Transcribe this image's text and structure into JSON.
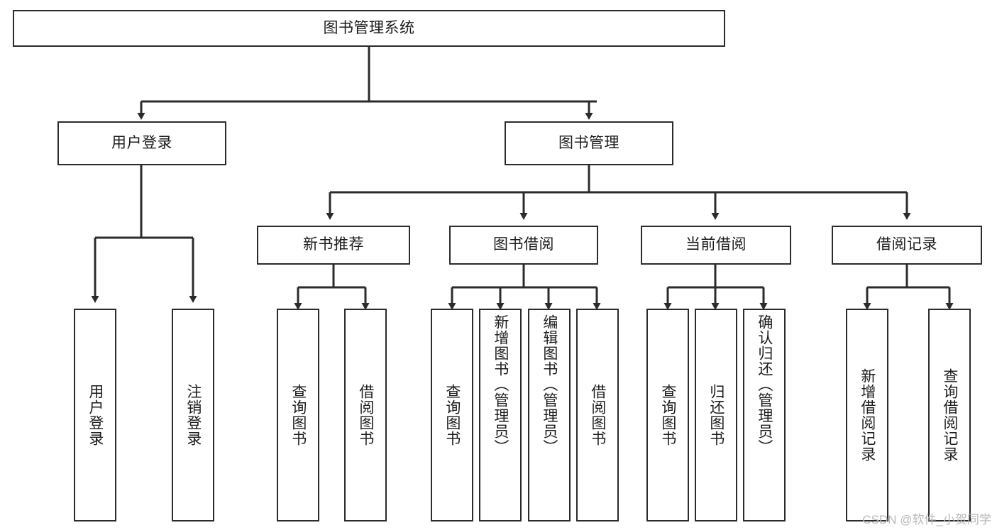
{
  "diagram": {
    "title": "图书管理系统",
    "watermark": "CSDN @软件_小贺同学",
    "root": {
      "label": "图书管理系统"
    },
    "level1": [
      {
        "label": "用户登录"
      },
      {
        "label": "图书管理"
      }
    ],
    "level2": [
      {
        "label": "新书推荐"
      },
      {
        "label": "图书借阅"
      },
      {
        "label": "当前借阅"
      },
      {
        "label": "借阅记录"
      }
    ],
    "leaves": {
      "user_login": [
        {
          "label": "用户登录"
        },
        {
          "label": "注销登录"
        }
      ],
      "new_book_recommend": [
        {
          "label": "查询图书"
        },
        {
          "label": "借阅图书"
        }
      ],
      "book_borrow": [
        {
          "label": "查询图书"
        },
        {
          "label": "新增图书（管理员）"
        },
        {
          "label": "编辑图书（管理员）"
        },
        {
          "label": "借阅图书"
        }
      ],
      "current_borrow": [
        {
          "label": "查询图书"
        },
        {
          "label": "归还图书"
        },
        {
          "label": "确认归还（管理员）"
        }
      ],
      "borrow_record": [
        {
          "label": "新增借阅记录"
        },
        {
          "label": "查询借阅记录"
        }
      ]
    },
    "colors": {
      "line": "#2b2b2b",
      "box_border": "#2b2b2b",
      "box_fill": "#ffffff",
      "text": "#1c1c1c",
      "watermark": "#b9b9b9"
    }
  }
}
